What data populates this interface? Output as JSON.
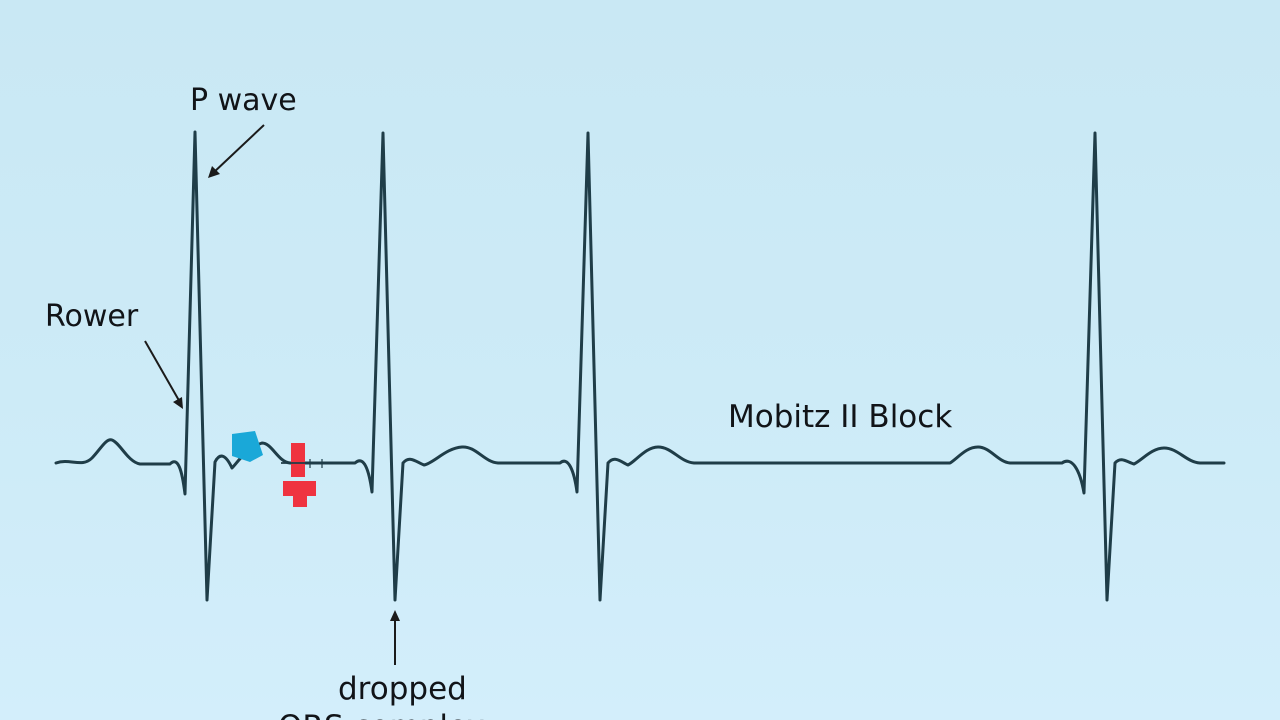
{
  "labels": {
    "p_wave": "P wave",
    "rower": "Rower",
    "title": "Mobitz II Block",
    "dropped": "dropped",
    "dropped_cut": "QRS complex"
  },
  "colors": {
    "background": "#cbe9f6",
    "trace": "#1f3d48",
    "text": "#111418",
    "arrow": "#1b1b1b",
    "cyan_marker": "#1aa8d8",
    "red_marker": "#ef3340"
  }
}
